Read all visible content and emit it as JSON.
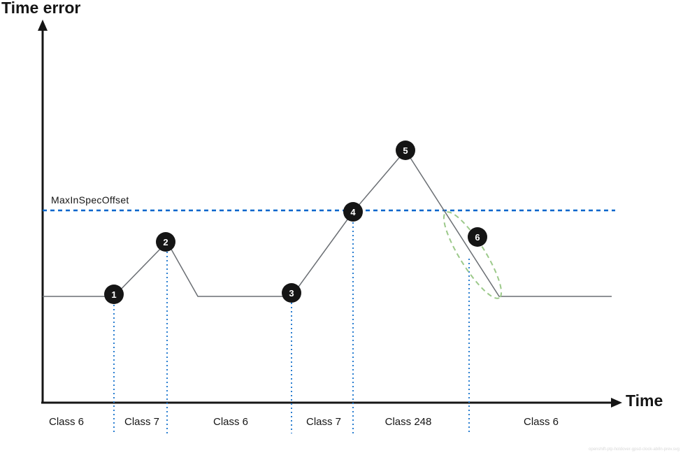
{
  "axes": {
    "y_label": "Time error",
    "x_label": "Time"
  },
  "threshold": {
    "label": "MaxInSpecOffset",
    "color": "#0066cc"
  },
  "markers": [
    "1",
    "2",
    "3",
    "4",
    "5",
    "6"
  ],
  "class_bands": [
    "Class 6",
    "Class 7",
    "Class 6",
    "Class 7",
    "Class 248",
    "Class 6"
  ],
  "colors": {
    "line": "#6a6e73",
    "axis": "#151515",
    "guide": "#2b7fd1",
    "highlight": "#9cc98a",
    "marker_fill": "#151515"
  },
  "credit": "openshift-ptp-holdover-gpsd-clock-ab8n-prev.svg"
}
